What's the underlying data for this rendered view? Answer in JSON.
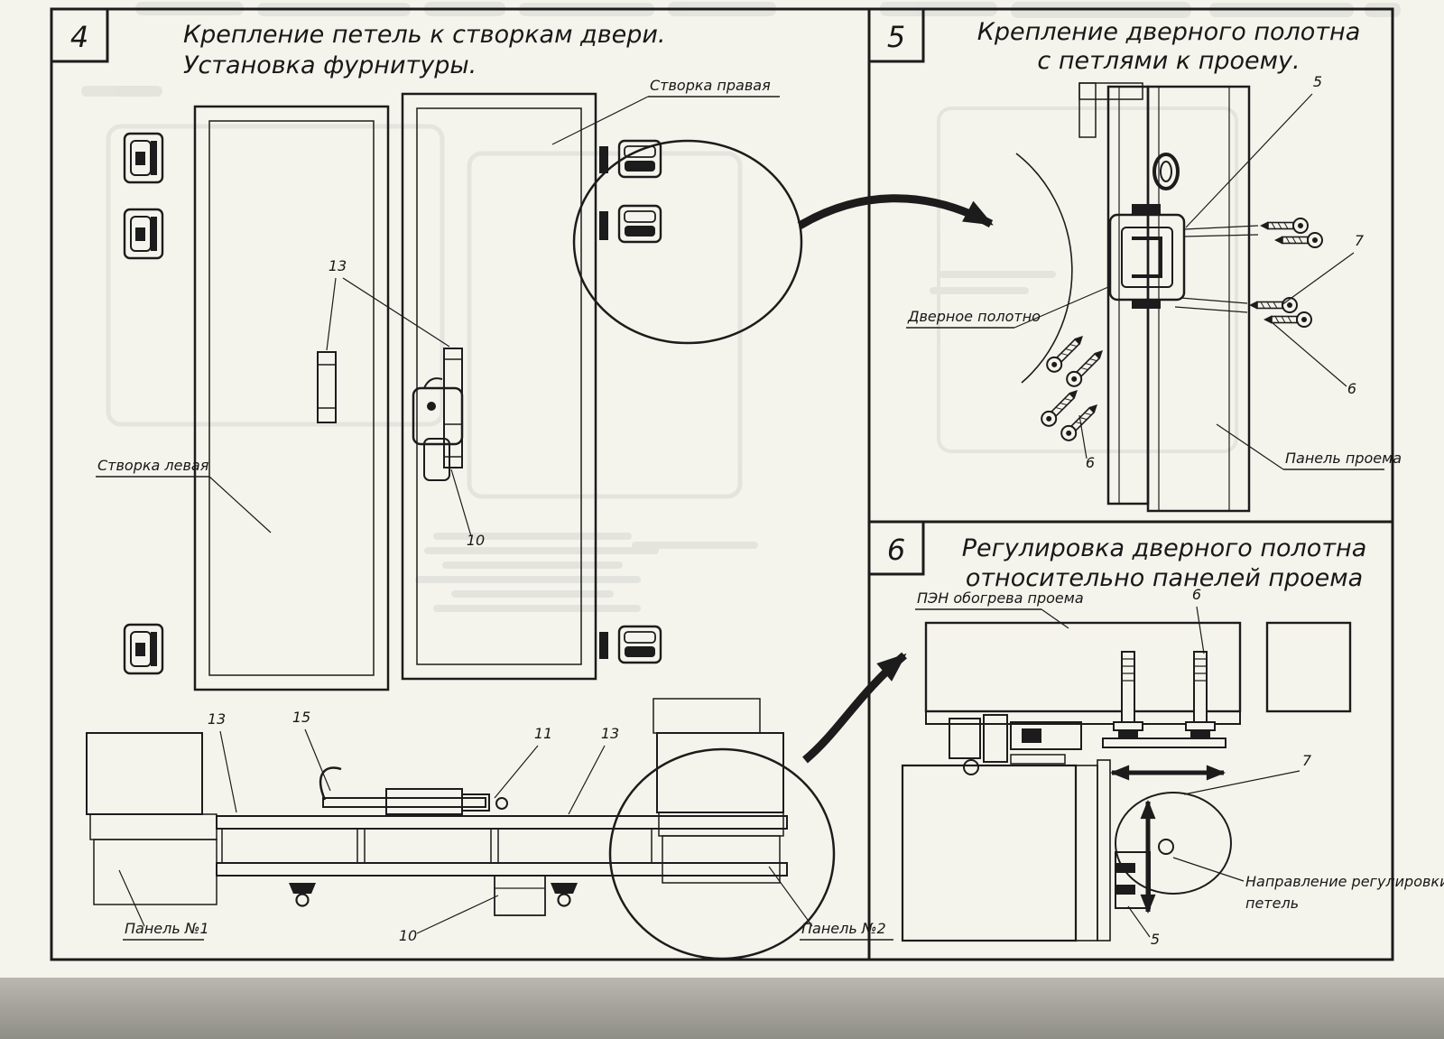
{
  "page": {
    "bg": "#8f8e86",
    "paper": "#f5f4ec",
    "ink": "#1c1c1c"
  },
  "panel4": {
    "number": "4",
    "title1": "Крепление петель к створкам двери.",
    "title2": "Установка фурнитуры.",
    "label_right_leaf": "Створка правая",
    "label_left_leaf": "Створка левая",
    "label_panel1": "Панель №1",
    "label_panel2": "Панель №2",
    "callout_13_doors": "13",
    "callout_10_latch": "10",
    "callout_13_section_left": "13",
    "callout_15_section": "15",
    "callout_11_section": "11",
    "callout_13_section_right": "13",
    "callout_10_section": "10"
  },
  "panel5": {
    "number": "5",
    "title1": "Крепление дверного полотна",
    "title2": "с петлями к проему.",
    "label_door_leaf": "Дверное полотно",
    "label_opening_panel": "Панель проема",
    "callout_5": "5",
    "callout_7": "7",
    "callout_6_right": "6",
    "callout_6_left": "6"
  },
  "panel6": {
    "number": "6",
    "title1": "Регулировка дверного полотна",
    "title2": "относительно панелей проема",
    "label_heater": "ПЭН обогрева проема",
    "label_direction1": "Направление регулировки",
    "label_direction2": "петель",
    "callout_6": "6",
    "callout_7": "7",
    "callout_5": "5"
  }
}
